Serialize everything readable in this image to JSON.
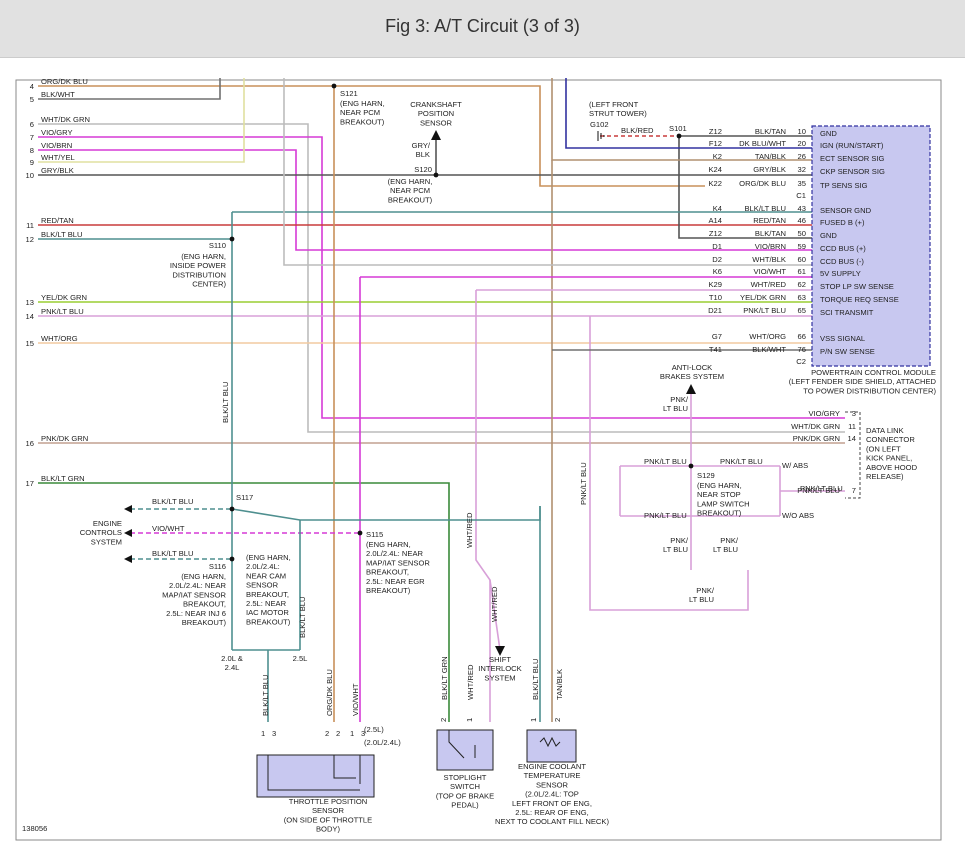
{
  "page": {
    "title": "Fig 3: A/T Circuit (3 of 3)"
  },
  "wires": {
    "w4": "ORG/DK BLU",
    "w5": "BLK/WHT",
    "w6": "WHT/DK GRN",
    "w7": "VIO/GRY",
    "w8": "VIO/BRN",
    "w9": "WHT/YEL",
    "w10": "GRY/BLK",
    "w11": "RED/TAN",
    "w12": "BLK/LT BLU",
    "w13": "YEL/DK GRN",
    "w14": "PNK/LT BLU",
    "w15": "WHT/ORG",
    "w16": "PNK/DK GRN",
    "w17": "BLK/LT GRN"
  },
  "splices": {
    "s121": "S121",
    "s121_desc": [
      "(ENG HARN,",
      "NEAR PCM",
      "BREAKOUT)"
    ],
    "crank": [
      "CRANKSHAFT",
      "POSITION",
      "SENSOR"
    ],
    "s120_wire": [
      "GRY/",
      "BLK"
    ],
    "s120": "S120",
    "s120_desc": [
      "(ENG HARN,",
      "NEAR PCM",
      "BREAKOUT)"
    ],
    "s110": "S110",
    "s110_desc": [
      "(ENG HARN,",
      "INSIDE POWER",
      "DISTRIBUTION",
      "CENTER)"
    ],
    "g102_desc": [
      "(LEFT FRONT",
      "STRUT TOWER)"
    ],
    "g102": "G102",
    "g102_wire": "BLK/RED",
    "s101": "S101",
    "s117": "S117",
    "s115": "S115",
    "s115_desc": [
      "(ENG HARN,",
      "2.0L/2.4L: NEAR",
      "MAP/IAT SENSOR",
      "BREAKOUT,",
      "2.5L: NEAR EGR",
      "BREAKOUT)"
    ],
    "s117_desc": [
      "(ENG HARN,",
      "2.0L/2.4L:",
      "NEAR CAM",
      "SENSOR",
      "BREAKOUT,",
      "2.5L: NEAR",
      "IAC MOTOR",
      "BREAKOUT)"
    ],
    "s116": "S116",
    "s116_desc": [
      "(ENG HARN,",
      "2.0L/2.4L: NEAR",
      "MAP/IAT SENSOR",
      "BREAKOUT,",
      "2.5L: NEAR INJ 6",
      "BREAKOUT)"
    ],
    "s129": "S129",
    "s129_desc": [
      "(ENG HARN,",
      "NEAR STOP",
      "LAMP SWITCH",
      "BREAKOUT)"
    ]
  },
  "pcm": {
    "pins": [
      {
        "circuit": "Z12",
        "color": "BLK/TAN",
        "num": "10",
        "label": "GND"
      },
      {
        "circuit": "F12",
        "color": "DK BLU/WHT",
        "num": "20",
        "label": "IGN (RUN/START)"
      },
      {
        "circuit": "K2",
        "color": "TAN/BLK",
        "num": "26",
        "label": "ECT SENSOR SIG"
      },
      {
        "circuit": "K24",
        "color": "GRY/BLK",
        "num": "32",
        "label": "CKP SENSOR SIG"
      },
      {
        "circuit": "K22",
        "color": "ORG/DK BLU",
        "num": "35",
        "label": "TP SENS SIG"
      },
      {
        "circuit": "K4",
        "color": "BLK/LT BLU",
        "num": "43",
        "label": "SENSOR GND"
      },
      {
        "circuit": "A14",
        "color": "RED/TAN",
        "num": "46",
        "label": "FUSED B (+)"
      },
      {
        "circuit": "Z12",
        "color": "BLK/TAN",
        "num": "50",
        "label": "GND"
      },
      {
        "circuit": "D1",
        "color": "VIO/BRN",
        "num": "59",
        "label": "CCD BUS (+)"
      },
      {
        "circuit": "D2",
        "color": "WHT/BLK",
        "num": "60",
        "label": "CCD BUS (-)"
      },
      {
        "circuit": "K6",
        "color": "VIO/WHT",
        "num": "61",
        "label": "5V SUPPLY"
      },
      {
        "circuit": "K29",
        "color": "WHT/RED",
        "num": "62",
        "label": "STOP LP SW SENSE"
      },
      {
        "circuit": "T10",
        "color": "YEL/DK GRN",
        "num": "63",
        "label": "TORQUE REQ SENSE"
      },
      {
        "circuit": "D21",
        "color": "PNK/LT BLU",
        "num": "65",
        "label": "SCI TRANSMIT"
      },
      {
        "circuit": "G7",
        "color": "WHT/ORG",
        "num": "66",
        "label": "VSS SIGNAL"
      },
      {
        "circuit": "T41",
        "color": "BLK/WHT",
        "num": "76",
        "label": "P/N SW SENSE"
      }
    ],
    "c1": "C1",
    "c2": "C2",
    "desc": [
      "POWERTRAIN CONTROL MODULE",
      "(LEFT FENDER SIDE SHIELD, ATTACHED",
      "TO POWER DISTRIBUTION CENTER)"
    ]
  },
  "dlc": {
    "pins": [
      {
        "color": "VIO/GRY",
        "num": "3"
      },
      {
        "color": "WHT/DK GRN",
        "num": "11"
      },
      {
        "color": "PNK/DK GRN",
        "num": "14"
      },
      {
        "color": "PNK/LT BLU",
        "num": "7"
      }
    ],
    "desc": [
      "DATA LINK",
      "CONNECTOR",
      "(ON LEFT",
      "KICK PANEL,",
      "ABOVE HOOD",
      "RELEASE)"
    ]
  },
  "abs": {
    "label": [
      "ANTI-LOCK",
      "BRAKES SYSTEM"
    ],
    "wire": [
      "PNK/",
      "LT BLU"
    ],
    "w_abs": "W/ ABS",
    "wo_abs": "W/O ABS",
    "pnk_lt_blu": "PNK/LT BLU",
    "pnk_stack": [
      "PNK/",
      "LT BLU"
    ]
  },
  "ecs": {
    "label": [
      "ENGINE",
      "CONTROLS",
      "SYSTEM"
    ],
    "blk_lt_blu": "BLK/LT BLU",
    "vio_wht": "VIO/WHT"
  },
  "engine": {
    "v1": [
      "2.0L &",
      "2.4L"
    ],
    "v2": "2.5L"
  },
  "tps": {
    "wires": [
      "BLK/LT BLU",
      "ORG/DK BLU",
      "VIO/WHT"
    ],
    "pins": [
      "1",
      "3",
      "2",
      "2",
      "1",
      "3"
    ],
    "notes": [
      "(2.5L)",
      "(2.0L/2.4L)"
    ],
    "desc": [
      "THROTTLE POSITION",
      "SENSOR",
      "(ON SIDE OF THROTTLE",
      "BODY)"
    ]
  },
  "stoplight": {
    "wires": [
      "BLK/LT GRN",
      "WHT/RED"
    ],
    "pins": [
      "2",
      "1"
    ],
    "desc": [
      "STOPLIGHT",
      "SWITCH",
      "(TOP OF BRAKE",
      "PEDAL)"
    ]
  },
  "ect": {
    "wires": [
      "BLK/LT BLU",
      "TAN/BLK"
    ],
    "pins": [
      "1",
      "2"
    ],
    "desc": [
      "ENGINE COOLANT",
      "TEMPERATURE",
      "SENSOR",
      "(2.0L/2.4L: TOP",
      "LEFT FRONT OF ENG,",
      "2.5L: REAR OF ENG,",
      "NEXT TO COOLANT FILL NECK)"
    ]
  },
  "shift": {
    "wire": "WHT/RED",
    "label": [
      "SHIFT",
      "INTERLOCK",
      "SYSTEM"
    ]
  },
  "misc": {
    "s129_wire": "WHT/RED",
    "figure_id": "138056"
  },
  "colors": {
    "org": "#c8905a",
    "blkwht": "#707070",
    "whtgrn": "#bcbcbc",
    "vio": "#d63ad6",
    "yel": "#e0e0a0",
    "gry": "#555555",
    "redtan": "#c83c3c",
    "teal": "#4e8f8f",
    "yelgrn": "#9acd32",
    "pnk": "#d8a0d8",
    "whtorg": "#f2caa0",
    "pnkgrn": "#c2a090",
    "green": "#3a8a3a",
    "navy": "#3232a0",
    "pcm": "#c8c8f0"
  }
}
